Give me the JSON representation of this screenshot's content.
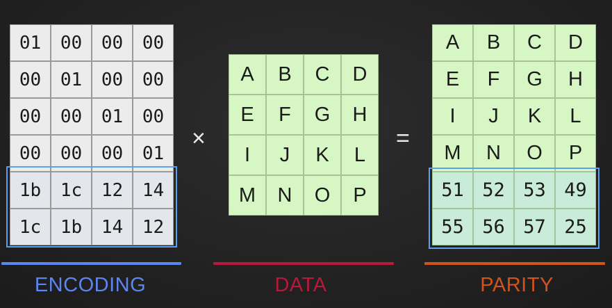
{
  "encoding": {
    "label": "ENCODING",
    "rows": [
      [
        "01",
        "00",
        "00",
        "00"
      ],
      [
        "00",
        "01",
        "00",
        "00"
      ],
      [
        "00",
        "00",
        "01",
        "00"
      ],
      [
        "00",
        "00",
        "00",
        "01"
      ],
      [
        "1b",
        "1c",
        "12",
        "14"
      ],
      [
        "1c",
        "1b",
        "14",
        "12"
      ]
    ]
  },
  "data": {
    "label": "DATA",
    "rows": [
      [
        "A",
        "B",
        "C",
        "D"
      ],
      [
        "E",
        "F",
        "G",
        "H"
      ],
      [
        "I",
        "J",
        "K",
        "L"
      ],
      [
        "M",
        "N",
        "O",
        "P"
      ]
    ]
  },
  "parity": {
    "label": "PARITY",
    "rows": [
      [
        "A",
        "B",
        "C",
        "D"
      ],
      [
        "E",
        "F",
        "G",
        "H"
      ],
      [
        "I",
        "J",
        "K",
        "L"
      ],
      [
        "M",
        "N",
        "O",
        "P"
      ],
      [
        "51",
        "52",
        "53",
        "49"
      ],
      [
        "55",
        "56",
        "57",
        "25"
      ]
    ]
  },
  "operators": {
    "times": "×",
    "equals": "="
  },
  "colors": {
    "encoding": "#5b86f0",
    "data": "#b8183a",
    "parity": "#d1541a",
    "highlight": "#5aa0f0"
  }
}
